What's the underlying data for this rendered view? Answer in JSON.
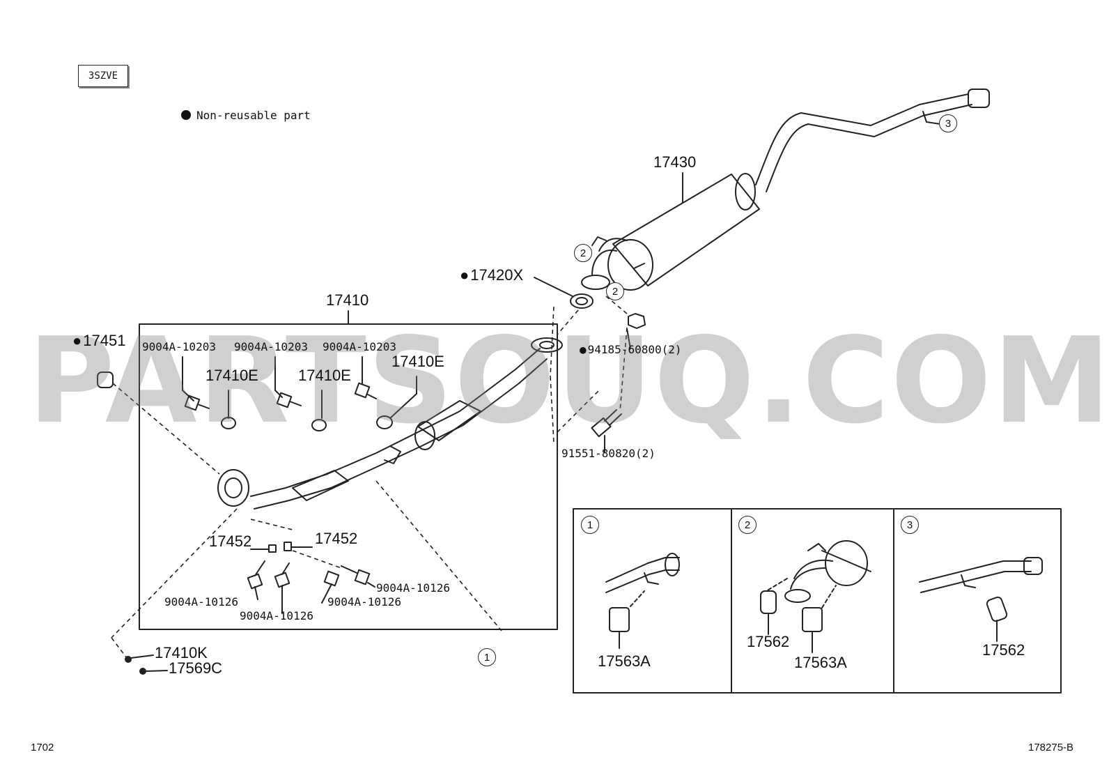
{
  "engine_code": "3SZVE",
  "legend": {
    "text": "Non-reusable part"
  },
  "watermark": "PARTSOUQ.COM",
  "footer": {
    "left": "1702",
    "right": "178275-B"
  },
  "labels": {
    "p17430": "17430",
    "p17420X": "17420X",
    "p17410": "17410",
    "p17451": "17451",
    "p94185": "94185-60800(2)",
    "p91551": "91551-80820(2)",
    "bolt_a": "9004A-10203",
    "bolt_b": "9004A-10203",
    "bolt_c": "9004A-10203",
    "clamp_a": "17410E",
    "clamp_b": "17410E",
    "clamp_c": "17410E",
    "gasket_l": "17452",
    "gasket_r": "17452",
    "bolt_d": "9004A-10126",
    "bolt_e": "9004A-10126",
    "bolt_f": "9004A-10126",
    "bolt_g": "9004A-10126",
    "p17410K": "17410K",
    "p17569C": "17569C"
  },
  "callouts": {
    "c1": "1",
    "c2": "2",
    "c3": "3"
  },
  "details": [
    {
      "num": "1",
      "parts": [
        "17563A"
      ]
    },
    {
      "num": "2",
      "parts": [
        "17562",
        "17563A"
      ]
    },
    {
      "num": "3",
      "parts": [
        "17562"
      ]
    }
  ],
  "colors": {
    "line": "#222222",
    "watermark": "#9a9a9a"
  }
}
